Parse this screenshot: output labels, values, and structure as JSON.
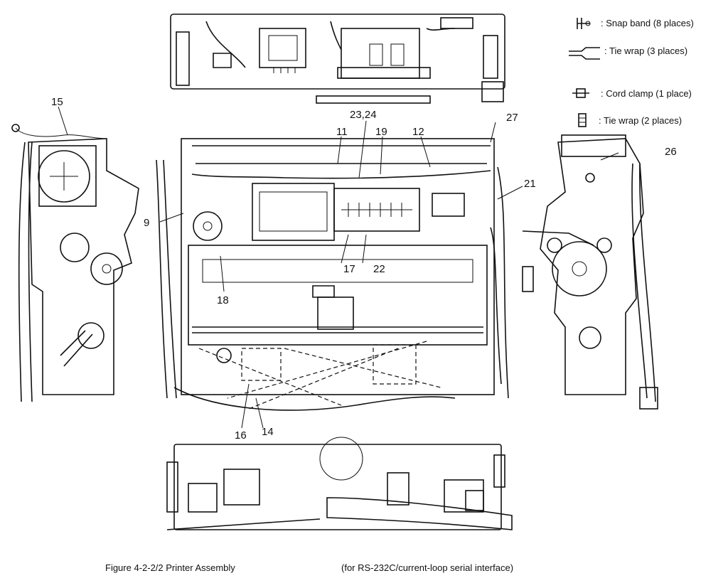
{
  "legend": [
    {
      "icon": "snap-band-icon",
      "label": ": Snap band (8 places)"
    },
    {
      "icon": "tie-wrap-icon",
      "label": ": Tie wrap (3 places)"
    },
    {
      "icon": "cord-clamp-icon",
      "label": ": Cord clamp (1 place)"
    },
    {
      "icon": "tie-wrap-small-icon",
      "label": ": Tie wrap (2 places)"
    }
  ],
  "callouts": {
    "c9": "9",
    "c11": "11",
    "c12": "12",
    "c14": "14",
    "c15": "15",
    "c16": "16",
    "c17": "17",
    "c18": "18",
    "c19": "19",
    "c21": "21",
    "c22": "22",
    "c2324": "23,24",
    "c26": "26",
    "c27": "27"
  },
  "caption": {
    "title": "Figure 4-2-2/2  Printer Assembly",
    "note": "(for RS-232C/current-loop serial interface)"
  }
}
